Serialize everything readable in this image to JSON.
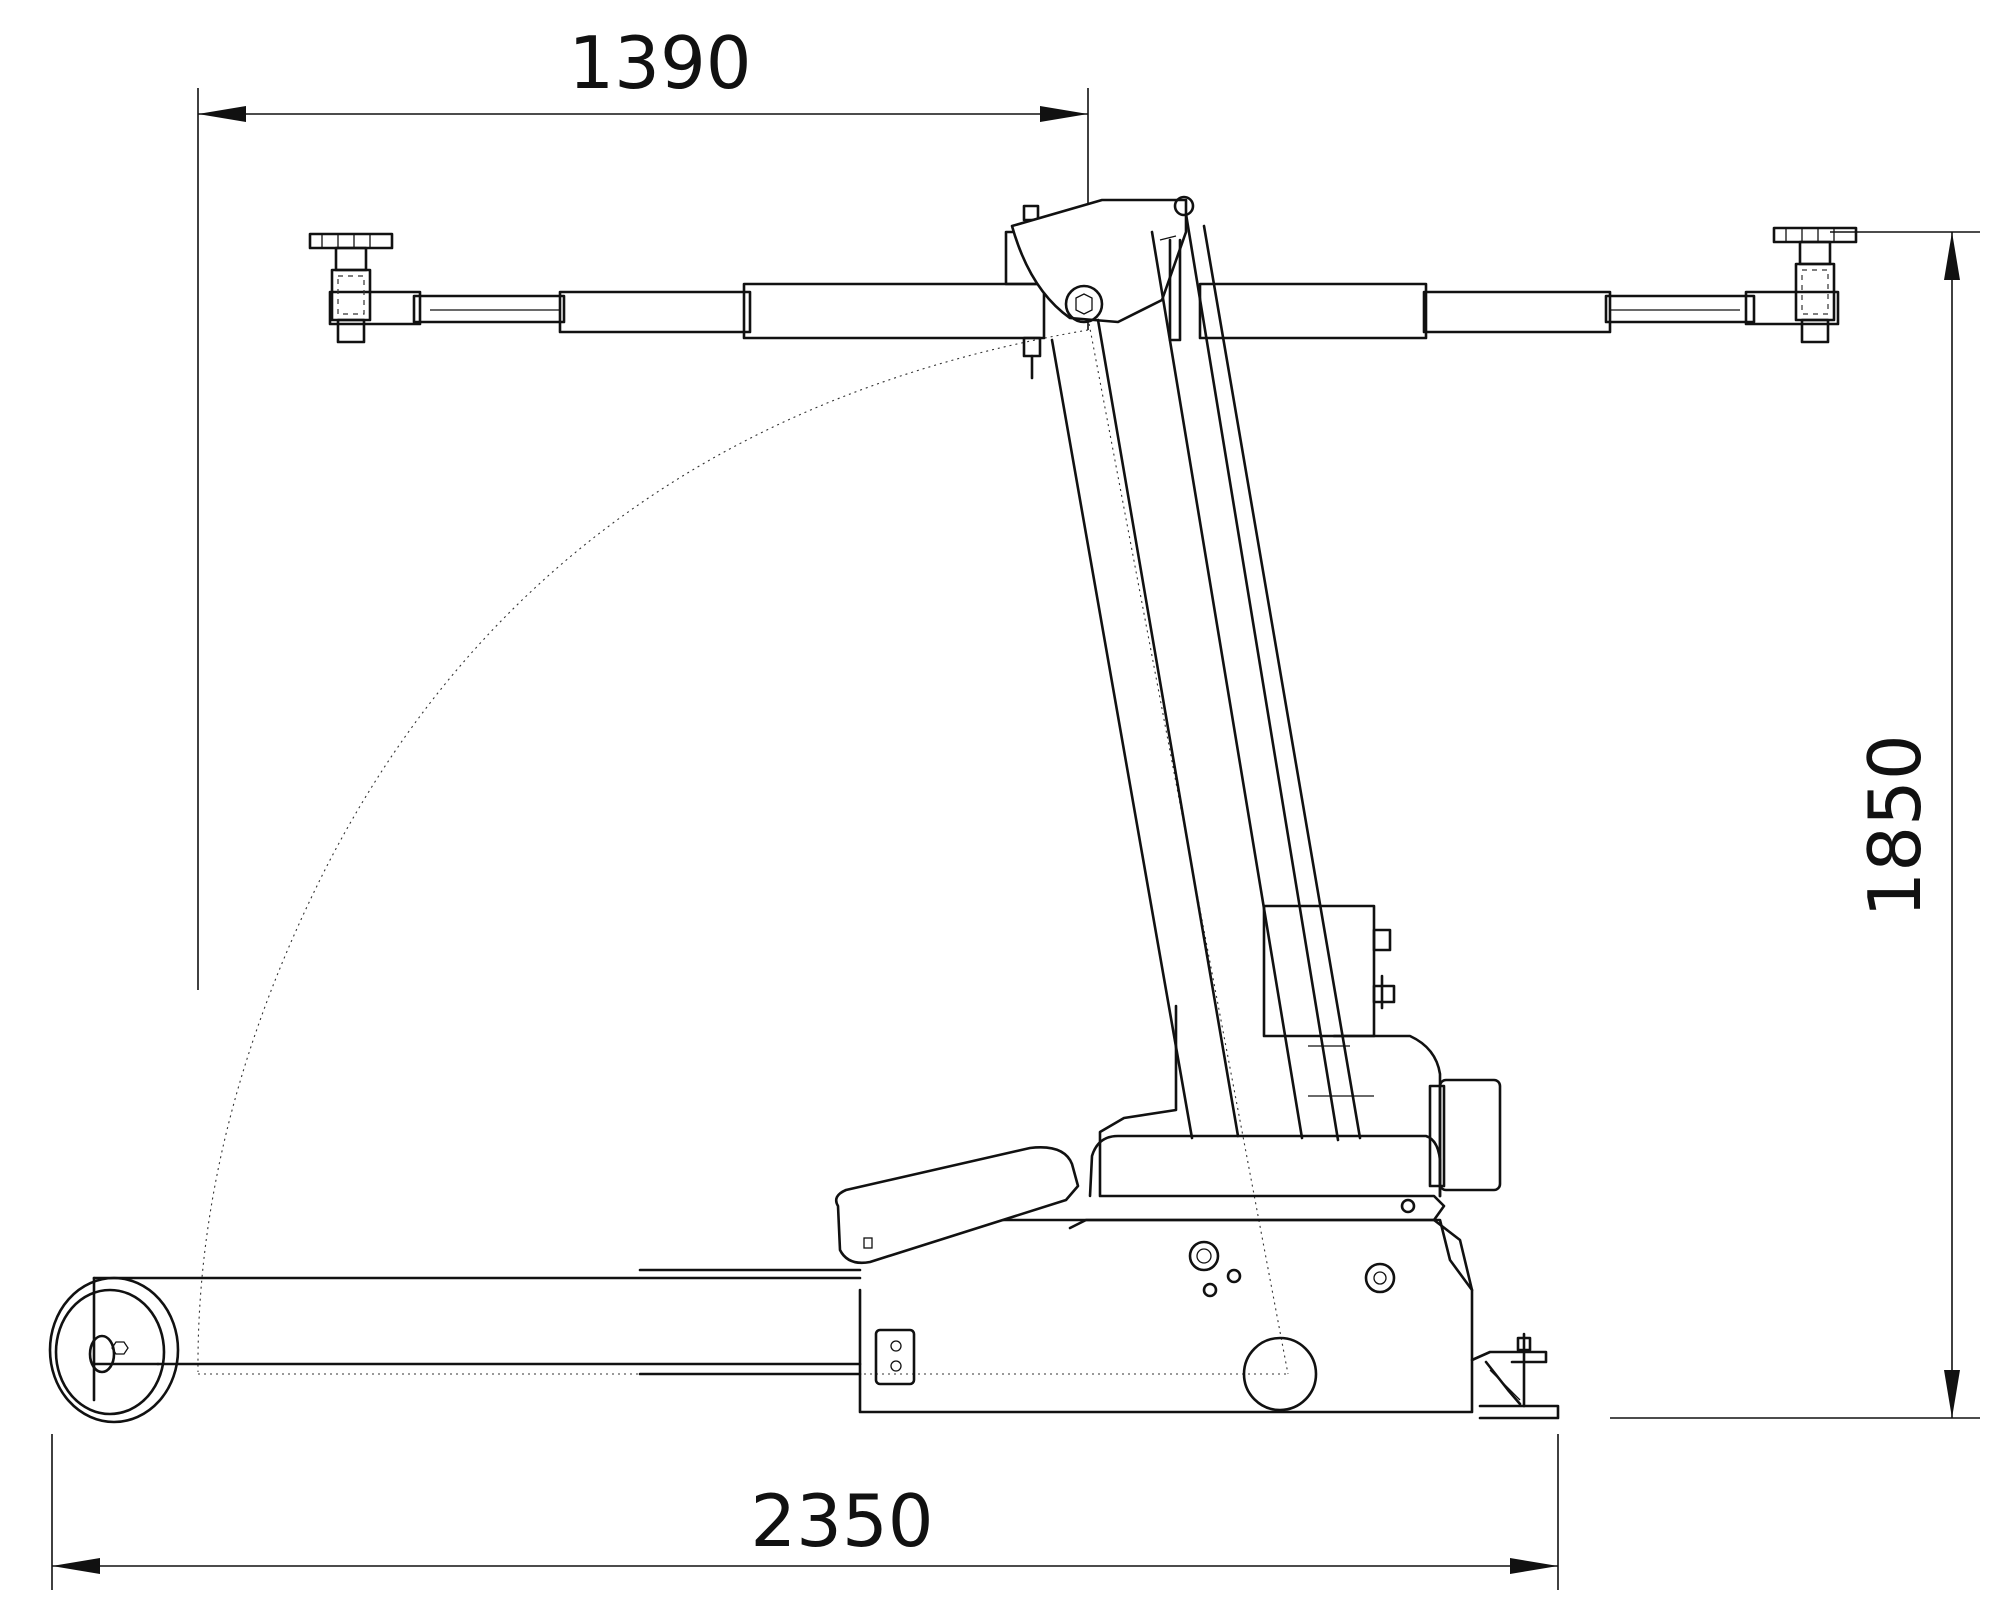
{
  "dimensions": {
    "arm_span": "1390",
    "height": "1850",
    "length": "2350"
  },
  "colors": {
    "line": "#111111",
    "background": "#ffffff"
  }
}
